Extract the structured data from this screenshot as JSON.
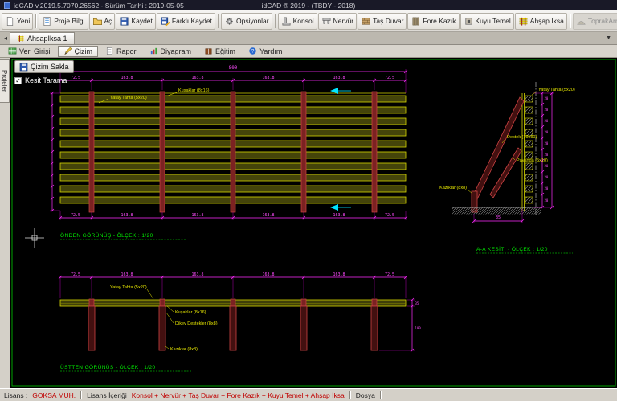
{
  "window": {
    "title_left": "idCAD v.2019.5.7070.26562 - Sürüm Tarihi : 2019-05-05",
    "title_right": "idCAD ® 2019 - (TBDY - 2018)"
  },
  "toolbar": {
    "items": [
      {
        "label": "Yeni"
      },
      {
        "label": "Proje Bilgi"
      },
      {
        "label": "Aç"
      },
      {
        "label": "Kaydet"
      },
      {
        "label": "Farklı Kaydet"
      },
      {
        "label": "Opsiyonlar"
      },
      {
        "label": "Konsol"
      },
      {
        "label": "Nervür"
      },
      {
        "label": "Taş Duvar"
      },
      {
        "label": "Fore Kazık"
      },
      {
        "label": "Kuyu Temel"
      },
      {
        "label": "Ahşap İksa"
      },
      {
        "label": "ToprakArme"
      }
    ]
  },
  "doc_tabs": {
    "active": "AhsapIksa 1"
  },
  "ribbon": {
    "tabs": [
      "Veri Girişi",
      "Çizim",
      "Rapor",
      "Diyagram",
      "Eğitim",
      "Yardım"
    ],
    "active": "Çizim"
  },
  "side_tab": {
    "label": "Projeler"
  },
  "canvas_panel": {
    "save_drawing": "Çizim Sakla",
    "section_hatch": "Kesit Tarama",
    "section_hatch_checked": true
  },
  "statusbar": {
    "license_label": "Lisans :",
    "license_value": "GOKSA MUH.",
    "content_label": "Lisans İçeriği",
    "content_value": "Konsol + Nervür + Taş Duvar + Fore Kazık + Kuyu Temel + Ahşap İksa",
    "file_label": "Dosya"
  },
  "drawing": {
    "front": {
      "title": "ÖNDEN GÖRÜNÜŞ - ÖLÇEK : 1/20",
      "dim_total": "800",
      "seg_dims": [
        "72.5",
        "163.8",
        "163.8",
        "163.8",
        "163.8",
        "72.5"
      ],
      "label_board": "Yatay Tahta (5x20)",
      "label_wale": "Kuşaklar (8x16)"
    },
    "section": {
      "title": "A-A KESİTİ - ÖLÇEK : 1/20",
      "label_board": "Yatay Tahta (5x20)",
      "label_strut": "Destek (10x10)",
      "label_brace": "Payanda (5x10)",
      "label_pile": "Kazıklar (8x8)",
      "board_dim": "20",
      "base_dim": "35"
    },
    "top": {
      "title": "ÜSTTEN GÖRÜNÜŞ - ÖLÇEK : 1/20",
      "seg_dims": [
        "72.5",
        "163.8",
        "163.8",
        "163.8",
        "163.8",
        "72.5"
      ],
      "label_board": "Yatay Tahta (5x20)",
      "label_wale": "Kuşaklar (8x16)",
      "label_posts": "Dikey Destekler (8x8)",
      "label_pile": "Kazıklar (8x8)",
      "right_dims": [
        "35",
        "100"
      ]
    },
    "colors": {
      "dimension": "#ff2dff",
      "timber": "#d6d600",
      "member": "#cc4444",
      "title": "#00ee00",
      "background": "#000000"
    }
  }
}
